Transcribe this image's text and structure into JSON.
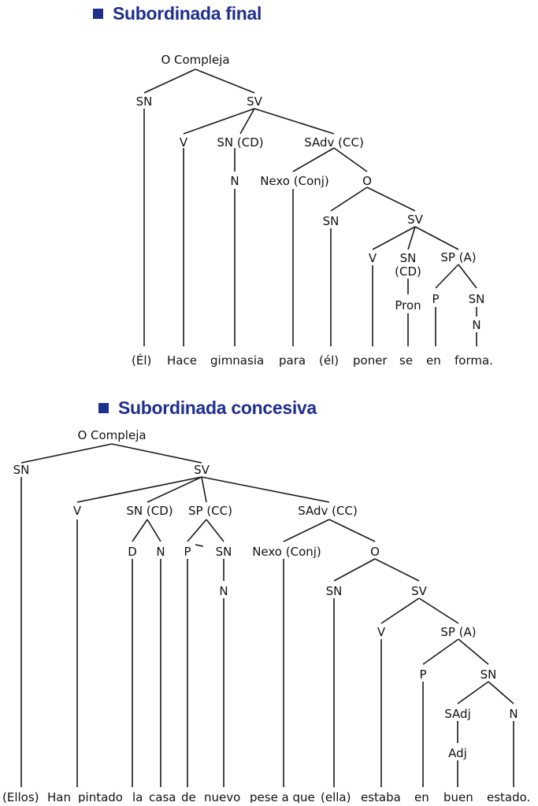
{
  "sections": [
    {
      "title": "Subordinada final",
      "nodes": {
        "oc": "O Compleja",
        "sn1": "SN",
        "sv1": "SV",
        "v1": "V",
        "sncd": "SN (CD)",
        "sadv": "SAdv (CC)",
        "n1": "N",
        "nexo": "Nexo (Conj)",
        "o": "O",
        "sn2": "SN",
        "sv2": "SV",
        "v2": "V",
        "sn3a": "SN",
        "sn3b": "(CD)",
        "spa": "SP (A)",
        "pron": "Pron",
        "p": "P",
        "sn4": "SN",
        "n2": "N"
      },
      "words": [
        "(Él)",
        "Hace",
        "gimnasia",
        "para",
        "(él)",
        "poner",
        "se",
        "en",
        "forma."
      ]
    },
    {
      "title": "Subordinada concesiva",
      "nodes": {
        "oc": "O Compleja",
        "sn1": "SN",
        "sv1": "SV",
        "v1": "V",
        "sncd": "SN (CD)",
        "spcc": "SP (CC)",
        "sadv": "SAdv (CC)",
        "d": "D",
        "n1": "N",
        "p1": "P",
        "sn2": "SN",
        "nexo": "Nexo (Conj)",
        "o": "O",
        "n2": "N",
        "sn3": "SN",
        "sv2": "SV",
        "v2": "V",
        "spa": "SP (A)",
        "p2": "P",
        "sn4": "SN",
        "sadj": "SAdj",
        "n3": "N",
        "adj": "Adj"
      },
      "words": [
        "(Ellos)",
        "Han",
        "pintado",
        "la",
        "casa",
        "de",
        "nuevo",
        "pese a que",
        "(ella)",
        "estaba",
        "en",
        "buen",
        "estado."
      ]
    }
  ]
}
